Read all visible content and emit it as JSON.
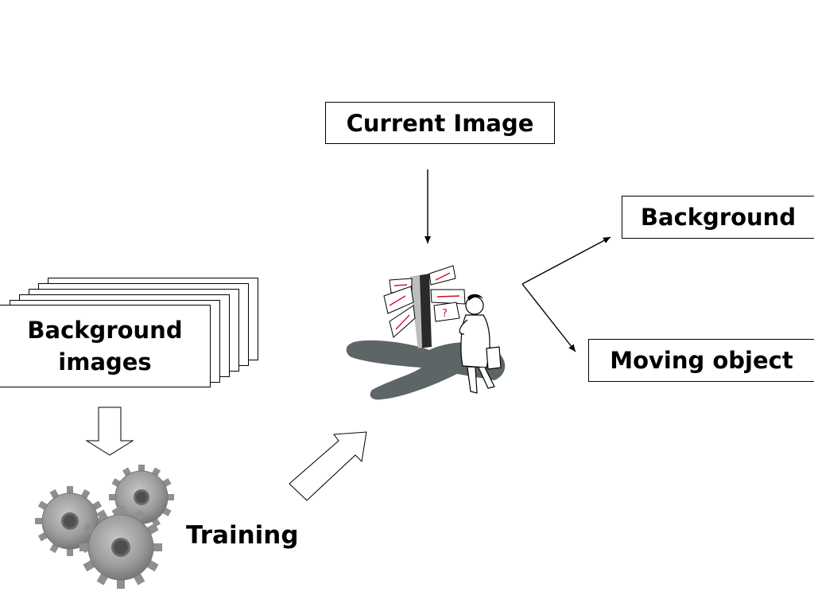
{
  "diagram": {
    "current_image_label": "Current Image",
    "background_output_label": "Background",
    "moving_object_output_label": "Moving object",
    "background_images_label": "Background\nimages",
    "training_label": "Training"
  },
  "icons": {
    "process": "person-at-signpost-icon",
    "training": "gears-icon"
  },
  "colors": {
    "stroke": "#000000",
    "gear_fill": "#9a9a9a",
    "shadow_fill": "#5e6566",
    "sign_arrow": "#d0102a"
  }
}
